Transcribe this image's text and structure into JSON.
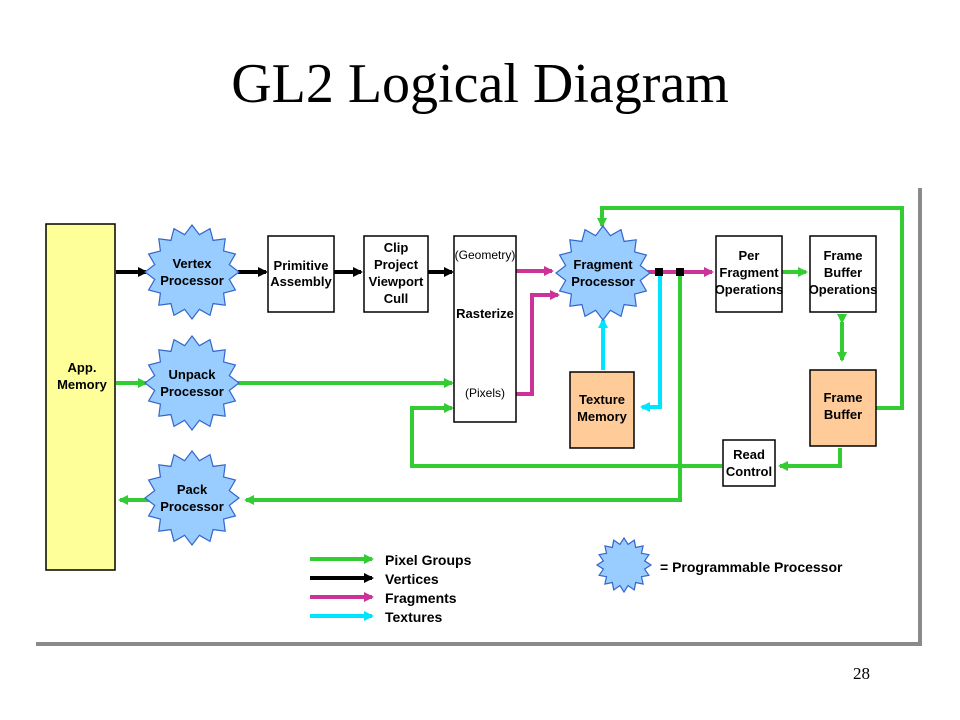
{
  "title": "GL2 Logical Diagram",
  "page_number": "28",
  "colors": {
    "pixel_groups": "#33cc33",
    "vertices": "#000000",
    "fragments": "#cc3399",
    "textures": "#00e5ff",
    "processor_fill": "#99ccff",
    "memory_fill": "#ffff99",
    "orange_fill": "#ffcc99"
  },
  "nodes": {
    "app_memory": [
      "App.",
      "Memory"
    ],
    "vertex_processor": [
      "Vertex",
      "Processor"
    ],
    "unpack_processor": [
      "Unpack",
      "Processor"
    ],
    "pack_processor": [
      "Pack",
      "Processor"
    ],
    "primitive_assembly": [
      "Primitive",
      "Assembly"
    ],
    "clip": [
      "Clip",
      "Project",
      "Viewport",
      "Cull"
    ],
    "rasterize": {
      "geometry": "(Geometry)",
      "label": "Rasterize",
      "pixels": "(Pixels)"
    },
    "fragment_processor": [
      "Fragment",
      "Processor"
    ],
    "texture_memory": [
      "Texture",
      "Memory"
    ],
    "per_fragment_ops": [
      "Per",
      "Fragment",
      "Operations"
    ],
    "fb_operations": [
      "Frame",
      "Buffer",
      "Operations"
    ],
    "frame_buffer": [
      "Frame",
      "Buffer"
    ],
    "read_control": [
      "Read",
      "Control"
    ]
  },
  "legend": {
    "items": [
      "Pixel Groups",
      "Vertices",
      "Fragments",
      "Textures"
    ],
    "programmable": "= Programmable Processor"
  }
}
